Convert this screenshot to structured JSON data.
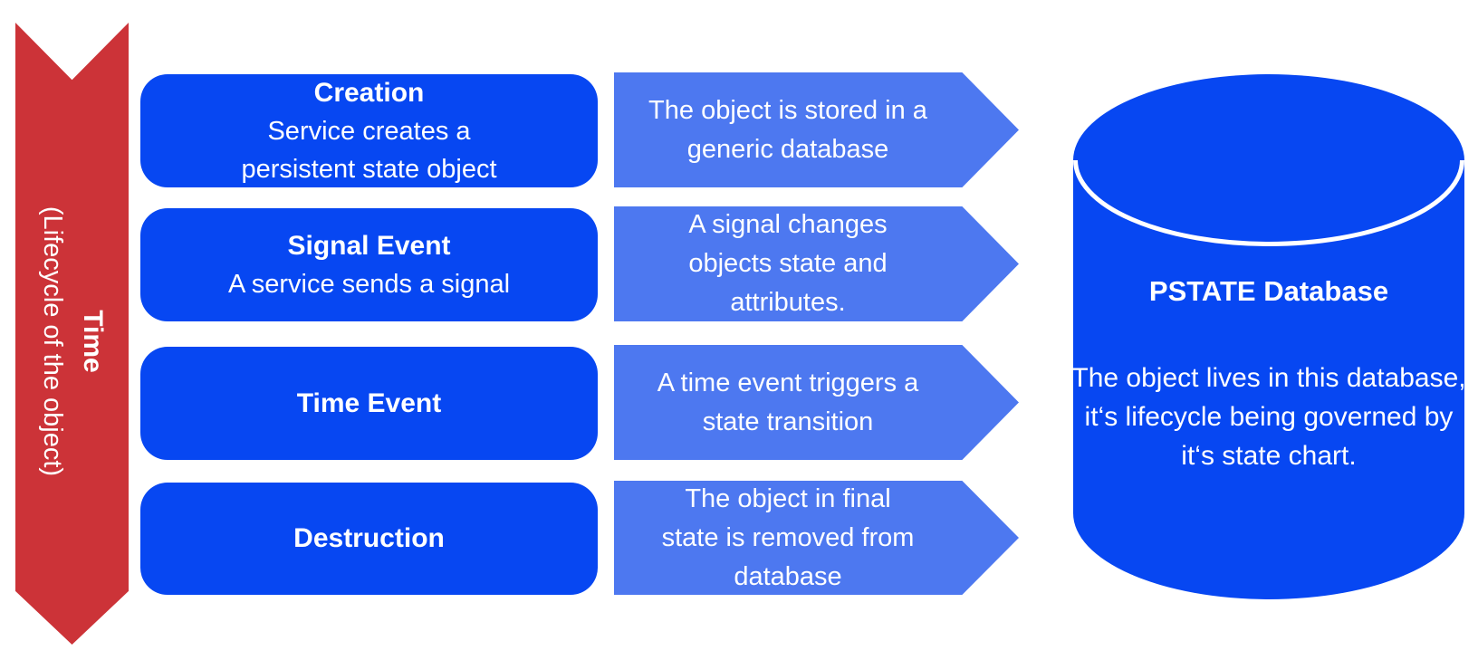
{
  "diagram": {
    "timeline": {
      "title": "Time",
      "subtitle": "(Lifecycle of the object)"
    },
    "stages": [
      {
        "title": "Creation",
        "description": "Service creates a persistent state object",
        "outcome": "The object is stored in a generic database"
      },
      {
        "title": "Signal Event",
        "description": "A service sends a signal",
        "outcome": "A signal changes objects state and attributes."
      },
      {
        "title": "Time Event",
        "description": "",
        "outcome": "A time event triggers a state transition"
      },
      {
        "title": "Destruction",
        "description": "",
        "outcome": "The object in final state is removed from database"
      }
    ],
    "database": {
      "title": "PSTATE Database",
      "description": "The object lives in this database, it‘s lifecycle being governed by it‘s state chart."
    },
    "colors": {
      "stage_blue": "#0747F2",
      "arrow_blue": "#4D78F0",
      "timeline_red": "#CC3338",
      "text_white": "#FFFFFF"
    }
  }
}
